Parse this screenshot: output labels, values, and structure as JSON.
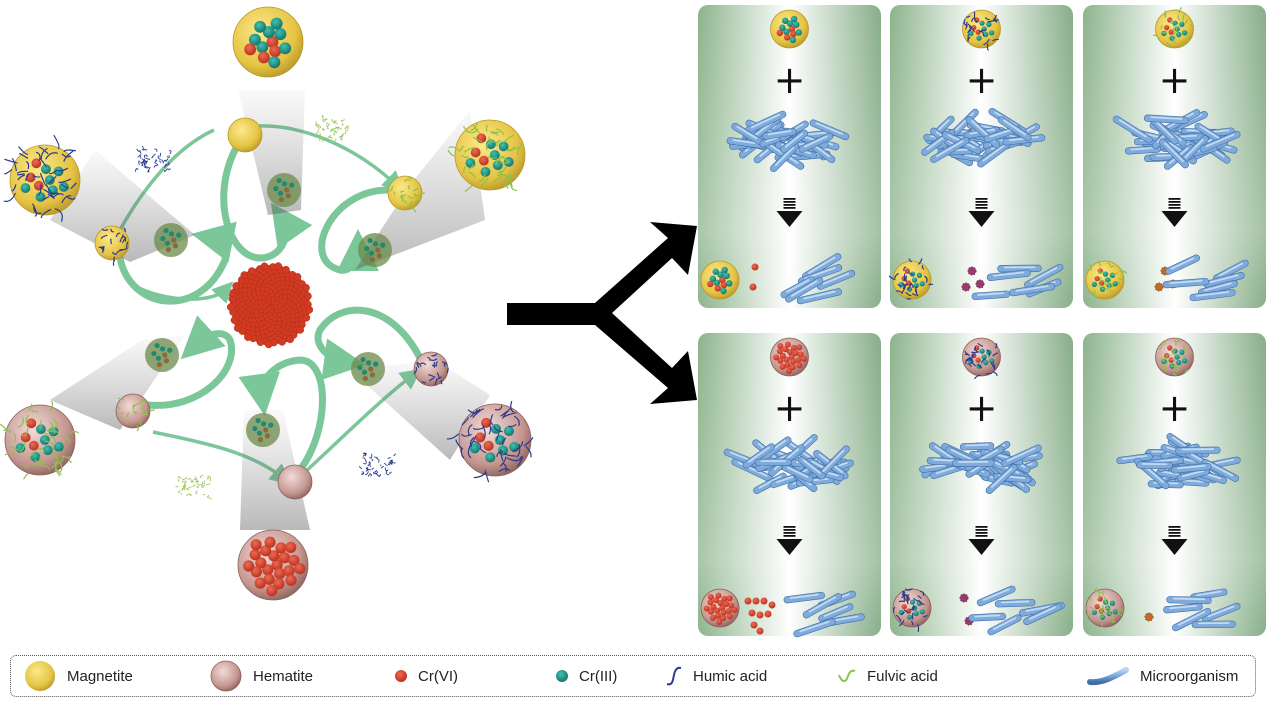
{
  "figure": {
    "type": "scientific-schematic",
    "description": "Iron oxide nanoparticles (magnetite, hematite) interacting with Cr(VI)/Cr(III) and humic/fulvic acids, then combined with microorganisms"
  },
  "colors": {
    "magnetite": "#e8c84a",
    "hematite": "#c9958f",
    "cr_vi": "#d8432f",
    "cr_iii": "#1f9a8e",
    "humic_acid": "#2b3a8c",
    "fulvic_acid": "#8cc24a",
    "microorganism": "#7aa7d9",
    "cycle_arrow": "#7cc79a",
    "panel_green": "#8fb58f",
    "branch_arrow": "#000000"
  },
  "cycle": {
    "center": "cr-aggregate",
    "nodes": [
      {
        "id": "magnetite-bare",
        "label": "Magnetite + Cr(VI)/Cr(III)"
      },
      {
        "id": "magnetite-fulvic",
        "label": "Magnetite + Fulvic acid"
      },
      {
        "id": "hematite-humic",
        "label": "Hematite + Humic acid"
      },
      {
        "id": "hematite-bare",
        "label": "Hematite + Cr(VI)"
      },
      {
        "id": "hematite-fulvic",
        "label": "Hematite + Fulvic acid"
      },
      {
        "id": "magnetite-humic",
        "label": "Magnetite + Humic acid"
      }
    ]
  },
  "panels": [
    {
      "row": 1,
      "col": 1,
      "particle": "magnetite",
      "coating": "none",
      "plus": "+",
      "result": "Cr(VI) released"
    },
    {
      "row": 1,
      "col": 2,
      "particle": "magnetite",
      "coating": "humic acid",
      "plus": "+",
      "result": "Cr complexes released"
    },
    {
      "row": 1,
      "col": 3,
      "particle": "magnetite",
      "coating": "fulvic acid",
      "plus": "+",
      "result": "Cr complexes released"
    },
    {
      "row": 2,
      "col": 1,
      "particle": "hematite",
      "coating": "none",
      "plus": "+",
      "result": "Cr(VI) released"
    },
    {
      "row": 2,
      "col": 2,
      "particle": "hematite",
      "coating": "humic acid",
      "plus": "+",
      "result": "Cr complexes released"
    },
    {
      "row": 2,
      "col": 3,
      "particle": "hematite",
      "coating": "fulvic acid",
      "plus": "+",
      "result": "Cr complex released"
    }
  ],
  "legend": {
    "items": [
      {
        "key": "magnetite",
        "label": "Magnetite",
        "icon": "large-sphere"
      },
      {
        "key": "hematite",
        "label": "Hematite",
        "icon": "large-sphere"
      },
      {
        "key": "cr_vi",
        "label": "Cr(VI)",
        "icon": "small-dot"
      },
      {
        "key": "cr_iii",
        "label": "Cr(III)",
        "icon": "small-dot"
      },
      {
        "key": "humic_acid",
        "label": "Humic acid",
        "icon": "squiggle"
      },
      {
        "key": "fulvic_acid",
        "label": "Fulvic acid",
        "icon": "squiggle"
      },
      {
        "key": "microorganism",
        "label": "Microorganism",
        "icon": "rod"
      }
    ]
  }
}
